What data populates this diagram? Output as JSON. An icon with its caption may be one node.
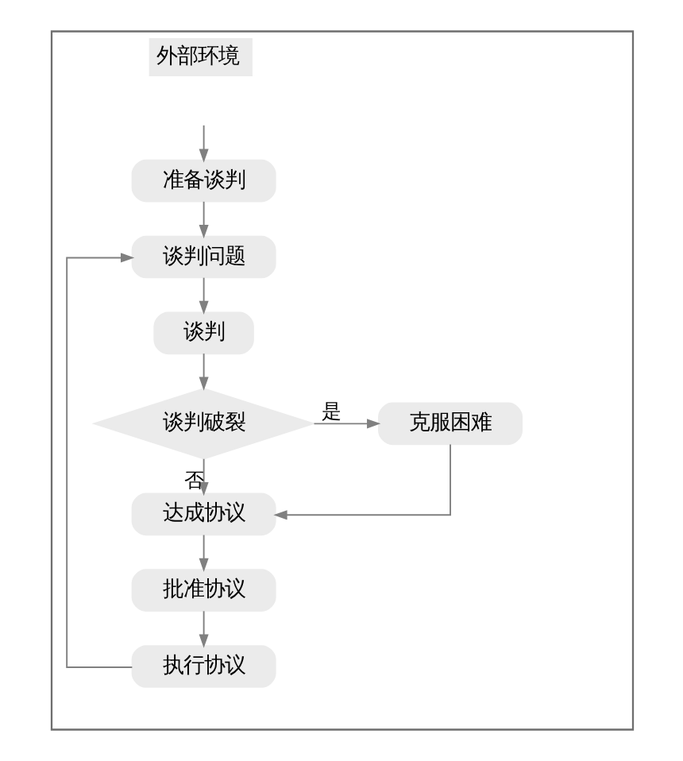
{
  "diagram": {
    "nodes": [
      {
        "text": [
          "外部环境"
        ]
      },
      {
        "text": [
          "准备谈判"
        ],
        "in": 0
      },
      {
        "text": [
          "谈判问题"
        ],
        "in": 0
      },
      {
        "text": [
          "谈判"
        ],
        "in": 0
      },
      {
        "text": [
          "谈判破裂"
        ],
        "in": 0
      },
      {
        "text": [
          "克服困难"
        ],
        "in": 0
      },
      {
        "text": [
          "达成协议"
        ],
        "in": 0
      },
      {
        "text": [
          "批准协议"
        ],
        "in": 0
      },
      {
        "text": [
          "执行协议"
        ],
        "in": 0
      }
    ],
    "edges": [
      {
        "from": 0,
        "to": 1,
        "arrow": "to"
      },
      {
        "from": 1,
        "to": 2,
        "arrow": "to"
      },
      {
        "from": 2,
        "to": 3,
        "arrow": "to"
      },
      {
        "from": 3,
        "to": 4,
        "arrow": "to"
      },
      {
        "from": 4,
        "to": 5,
        "arrow": "to",
        "label": "是"
      },
      {
        "from": 4,
        "to": 6,
        "arrow": "to",
        "label": "否"
      },
      {
        "from": 5,
        "to": 6,
        "arrow": "to"
      },
      {
        "from": 6,
        "to": 7,
        "arrow": "to"
      },
      {
        "from": 7,
        "to": 8,
        "arrow": "to"
      },
      {
        "from": 8,
        "to": 2,
        "arrow": "to"
      }
    ]
  }
}
